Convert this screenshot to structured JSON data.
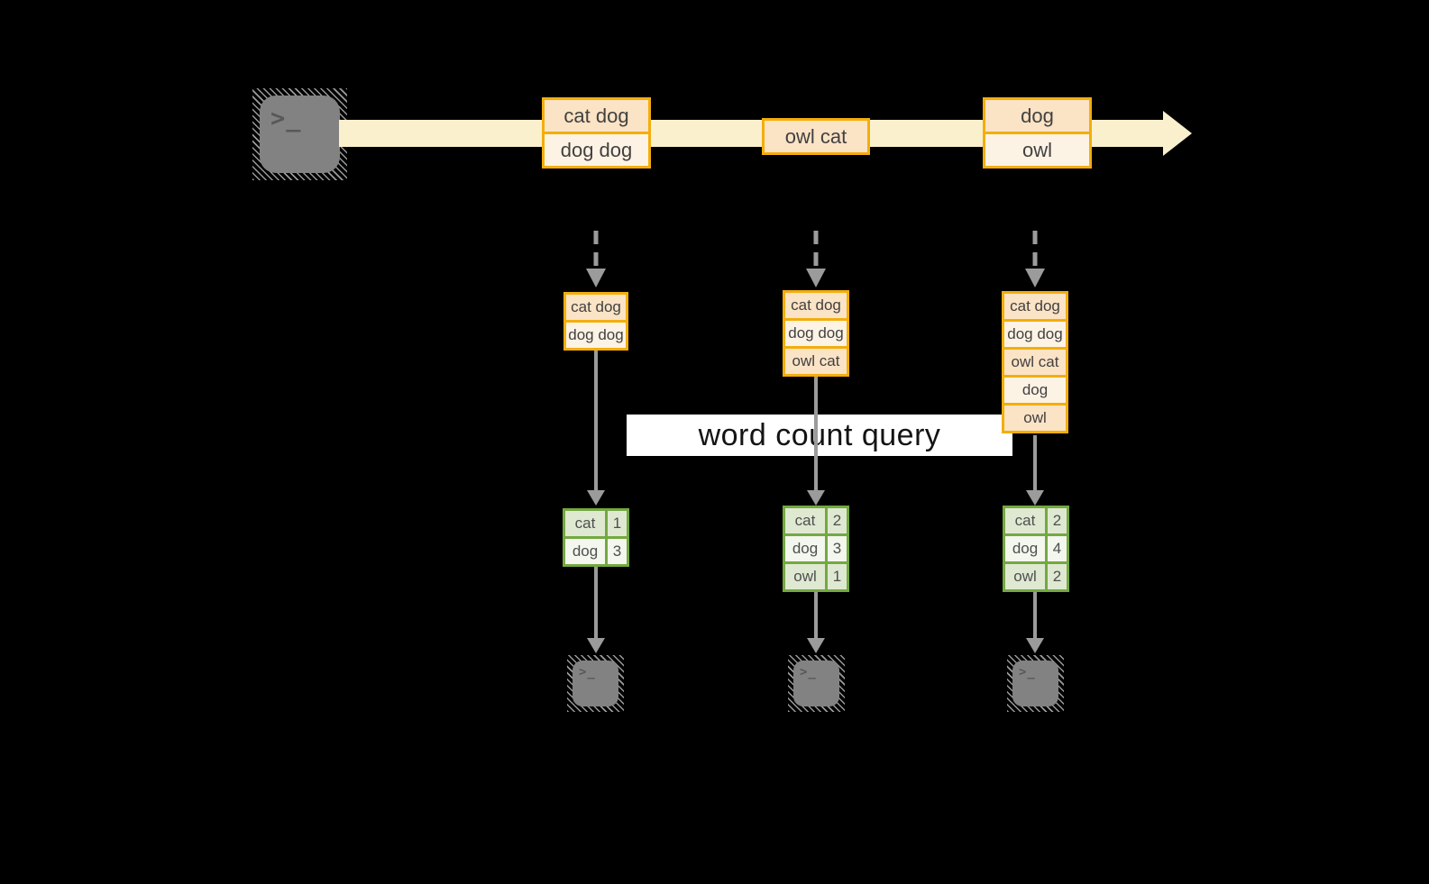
{
  "query": {
    "label": "word count query"
  },
  "stream": {
    "boxes": [
      {
        "cells": [
          "cat dog",
          "dog dog"
        ]
      },
      {
        "cells": [
          "owl cat"
        ]
      },
      {
        "cells": [
          "dog",
          "owl"
        ]
      }
    ]
  },
  "batches": [
    {
      "cells": [
        "cat dog",
        "dog dog"
      ]
    },
    {
      "cells": [
        "cat dog",
        "dog dog",
        "owl cat"
      ]
    },
    {
      "cells": [
        "cat dog",
        "dog dog",
        "owl cat",
        "dog",
        "owl"
      ]
    }
  ],
  "results": [
    {
      "rows": [
        {
          "word": "cat",
          "count": "1"
        },
        {
          "word": "dog",
          "count": "3"
        }
      ]
    },
    {
      "rows": [
        {
          "word": "cat",
          "count": "2"
        },
        {
          "word": "dog",
          "count": "3"
        },
        {
          "word": "owl",
          "count": "1"
        }
      ]
    },
    {
      "rows": [
        {
          "word": "cat",
          "count": "2"
        },
        {
          "word": "dog",
          "count": "4"
        },
        {
          "word": "owl",
          "count": "2"
        }
      ]
    }
  ],
  "terminals": {
    "source": {
      "glyph": ">_"
    },
    "outputs": [
      {
        "glyph": ">_"
      },
      {
        "glyph": ">_"
      },
      {
        "glyph": ">_"
      }
    ]
  },
  "colors": {
    "background": "#000000",
    "stream_band": "#faf0cd",
    "box_border": "#f3ae0c",
    "cell_peach": "#fbe3c5",
    "cell_cream": "#fdf3e5",
    "table_border": "#74a841",
    "table_cell_green": "#dfe9d2",
    "table_cell_white": "#f3f7ee",
    "arrow_gray": "#9b9b9b",
    "terminal_gray": "#828282",
    "query_banner": "#ffffff"
  }
}
